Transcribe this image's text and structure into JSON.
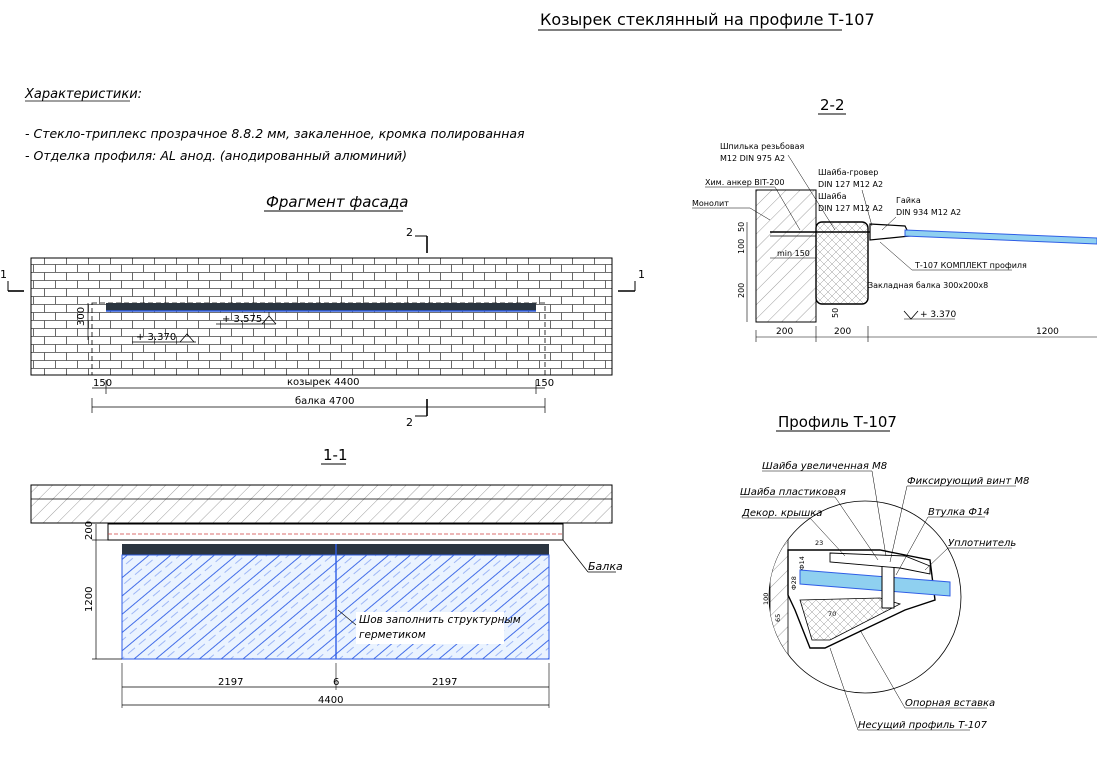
{
  "title": "Козырек стеклянный на профиле Т-107",
  "characteristics": {
    "heading": "Характеристики:",
    "items": [
      "- Стекло-триплекс прозрачное 8.8.2 мм, закаленное, кромка полированная",
      "- Отделка профиля: AL анод. (анодированный алюминий)"
    ]
  },
  "facade": {
    "title": "Фрагмент фасада",
    "section_marks": {
      "s1": "1",
      "s2": "2"
    },
    "height_dim": "300",
    "level_top": "+ 3.575",
    "level_bottom": "+ 3.370",
    "dim_left": "150",
    "dim_right": "150",
    "dim_canopy": "козырек 4400",
    "dim_beam": "балка 4700"
  },
  "section_1_1": {
    "title": "1-1",
    "dim_beam_height": "200",
    "dim_glass_height": "1200",
    "label_beam": "Балка",
    "seam_note_line1": "Шов заполнить структурным",
    "seam_note_line2": "герметиком",
    "dim_left": "2197",
    "dim_gap": "6",
    "dim_right": "2197",
    "dim_total": "4400"
  },
  "section_2_2": {
    "title": "2-2",
    "labels": {
      "stud": "Шпилька резьбовая",
      "stud_spec": "M12 DIN 975 A2",
      "washer_groove": "Шайба-гровер",
      "washer_groove_spec": "DIN 127 M12 A2",
      "washer": "Шайба",
      "washer_spec": "DIN 127 M12 A2",
      "anchor": "Хим. анкер BIT-200",
      "monolith": "Монолит",
      "nut": "Гайка",
      "nut_spec": "DIN 934 M12 A2",
      "profile_set": "Т-107 КОМПЛЕКТ профиля",
      "embedded_beam": "Закладная балка 300х200х8"
    },
    "dims": {
      "d50": "50",
      "d100": "100",
      "d200v": "200",
      "min150": "min 150",
      "d50b": "50",
      "d200a": "200",
      "d200b": "200",
      "d1200": "1200"
    },
    "level": "+ 3.370"
  },
  "profile_t107": {
    "title": "Профиль Т-107",
    "labels": {
      "washer_large": "Шайба увеличенная М8",
      "washer_plastic": "Шайба пластиковая",
      "cover": "Декор. крышка",
      "fix_screw": "Фиксирующий винт М8",
      "bushing": "Втулка Ф14",
      "seal": "Уплотнитель",
      "support_insert": "Опорная вставка",
      "carrier_profile": "Несущий профиль Т-107"
    },
    "dims": {
      "d23": "23",
      "d14": "Ф14",
      "d28": "Ф28",
      "d100": "100",
      "d65": "65",
      "d70": "70"
    }
  },
  "colors": {
    "line": "#000000",
    "glass": "#2f5ee6",
    "glass_fill": "#d9ecff",
    "beam": "#2b3540",
    "hatch": "#888888",
    "light_blue": "#8fd0f0"
  }
}
